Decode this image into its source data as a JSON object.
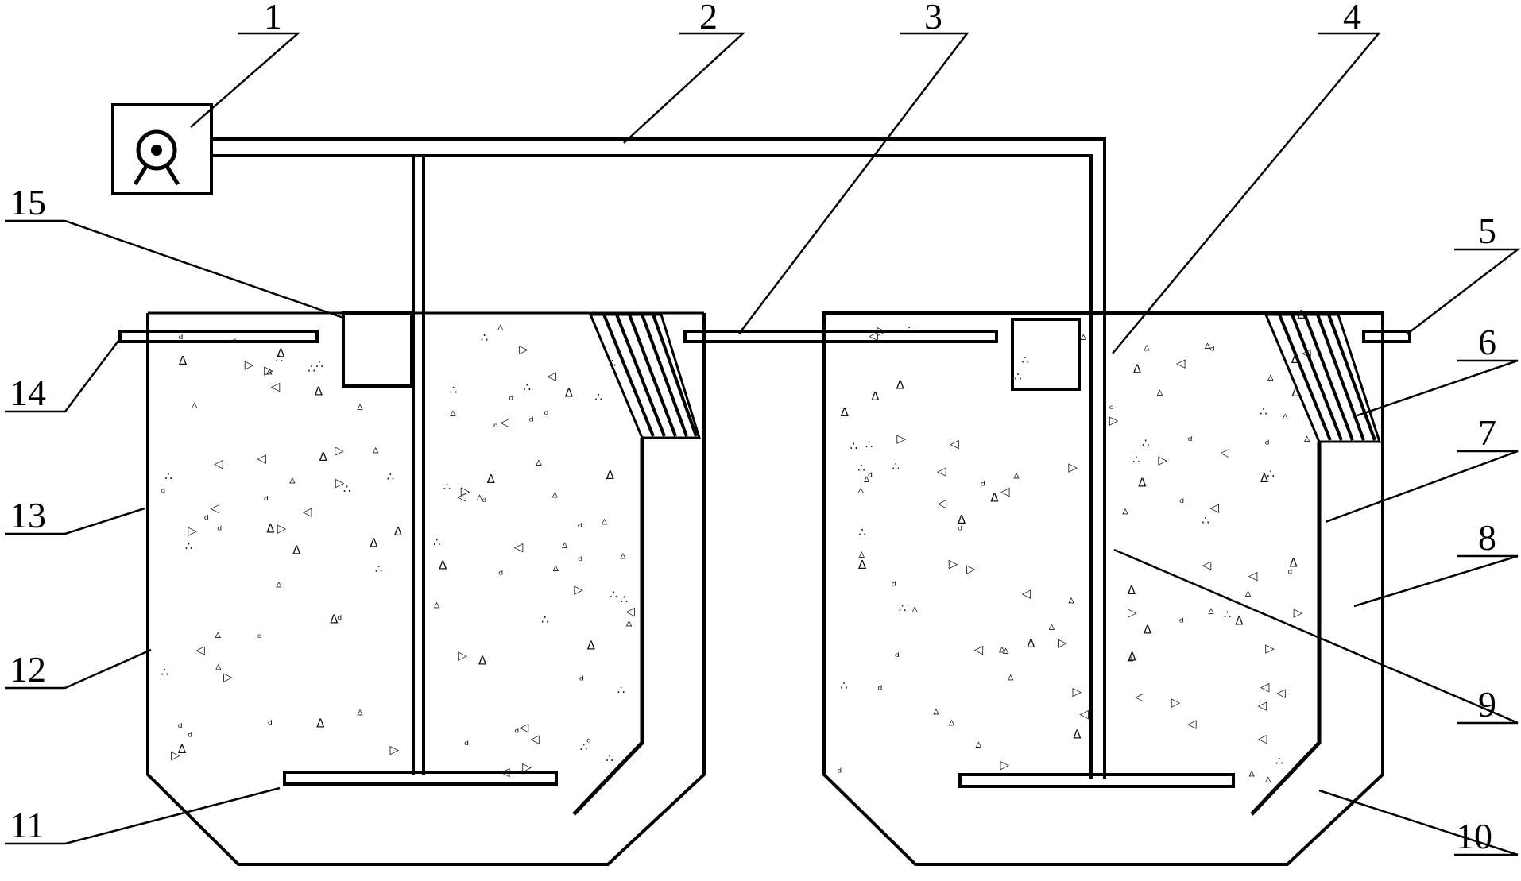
{
  "diagram": {
    "labels": [
      "1",
      "2",
      "3",
      "4",
      "5",
      "6",
      "7",
      "8",
      "9",
      "10",
      "11",
      "12",
      "13",
      "14",
      "15"
    ],
    "components": [
      {
        "id": "blower",
        "label": "1"
      },
      {
        "id": "air-main-pipe",
        "label": "2"
      },
      {
        "id": "transfer-pipe",
        "label": "3"
      },
      {
        "id": "right-tank-media",
        "label": "4"
      },
      {
        "id": "outlet-pipe",
        "label": "5"
      },
      {
        "id": "inclined-plate-settler",
        "label": "6"
      },
      {
        "id": "baffle-wall",
        "label": "7"
      },
      {
        "id": "settling-zone",
        "label": "8"
      },
      {
        "id": "air-downpipe",
        "label": "9"
      },
      {
        "id": "sludge-hopper",
        "label": "10"
      },
      {
        "id": "aerator-diffuser",
        "label": "11"
      },
      {
        "id": "suspended-media",
        "label": "12"
      },
      {
        "id": "tank-wall",
        "label": "13"
      },
      {
        "id": "inlet-pipe",
        "label": "14"
      },
      {
        "id": "overflow-box",
        "label": "15"
      }
    ],
    "colors": {
      "line": "#000000",
      "background": "#ffffff"
    }
  }
}
